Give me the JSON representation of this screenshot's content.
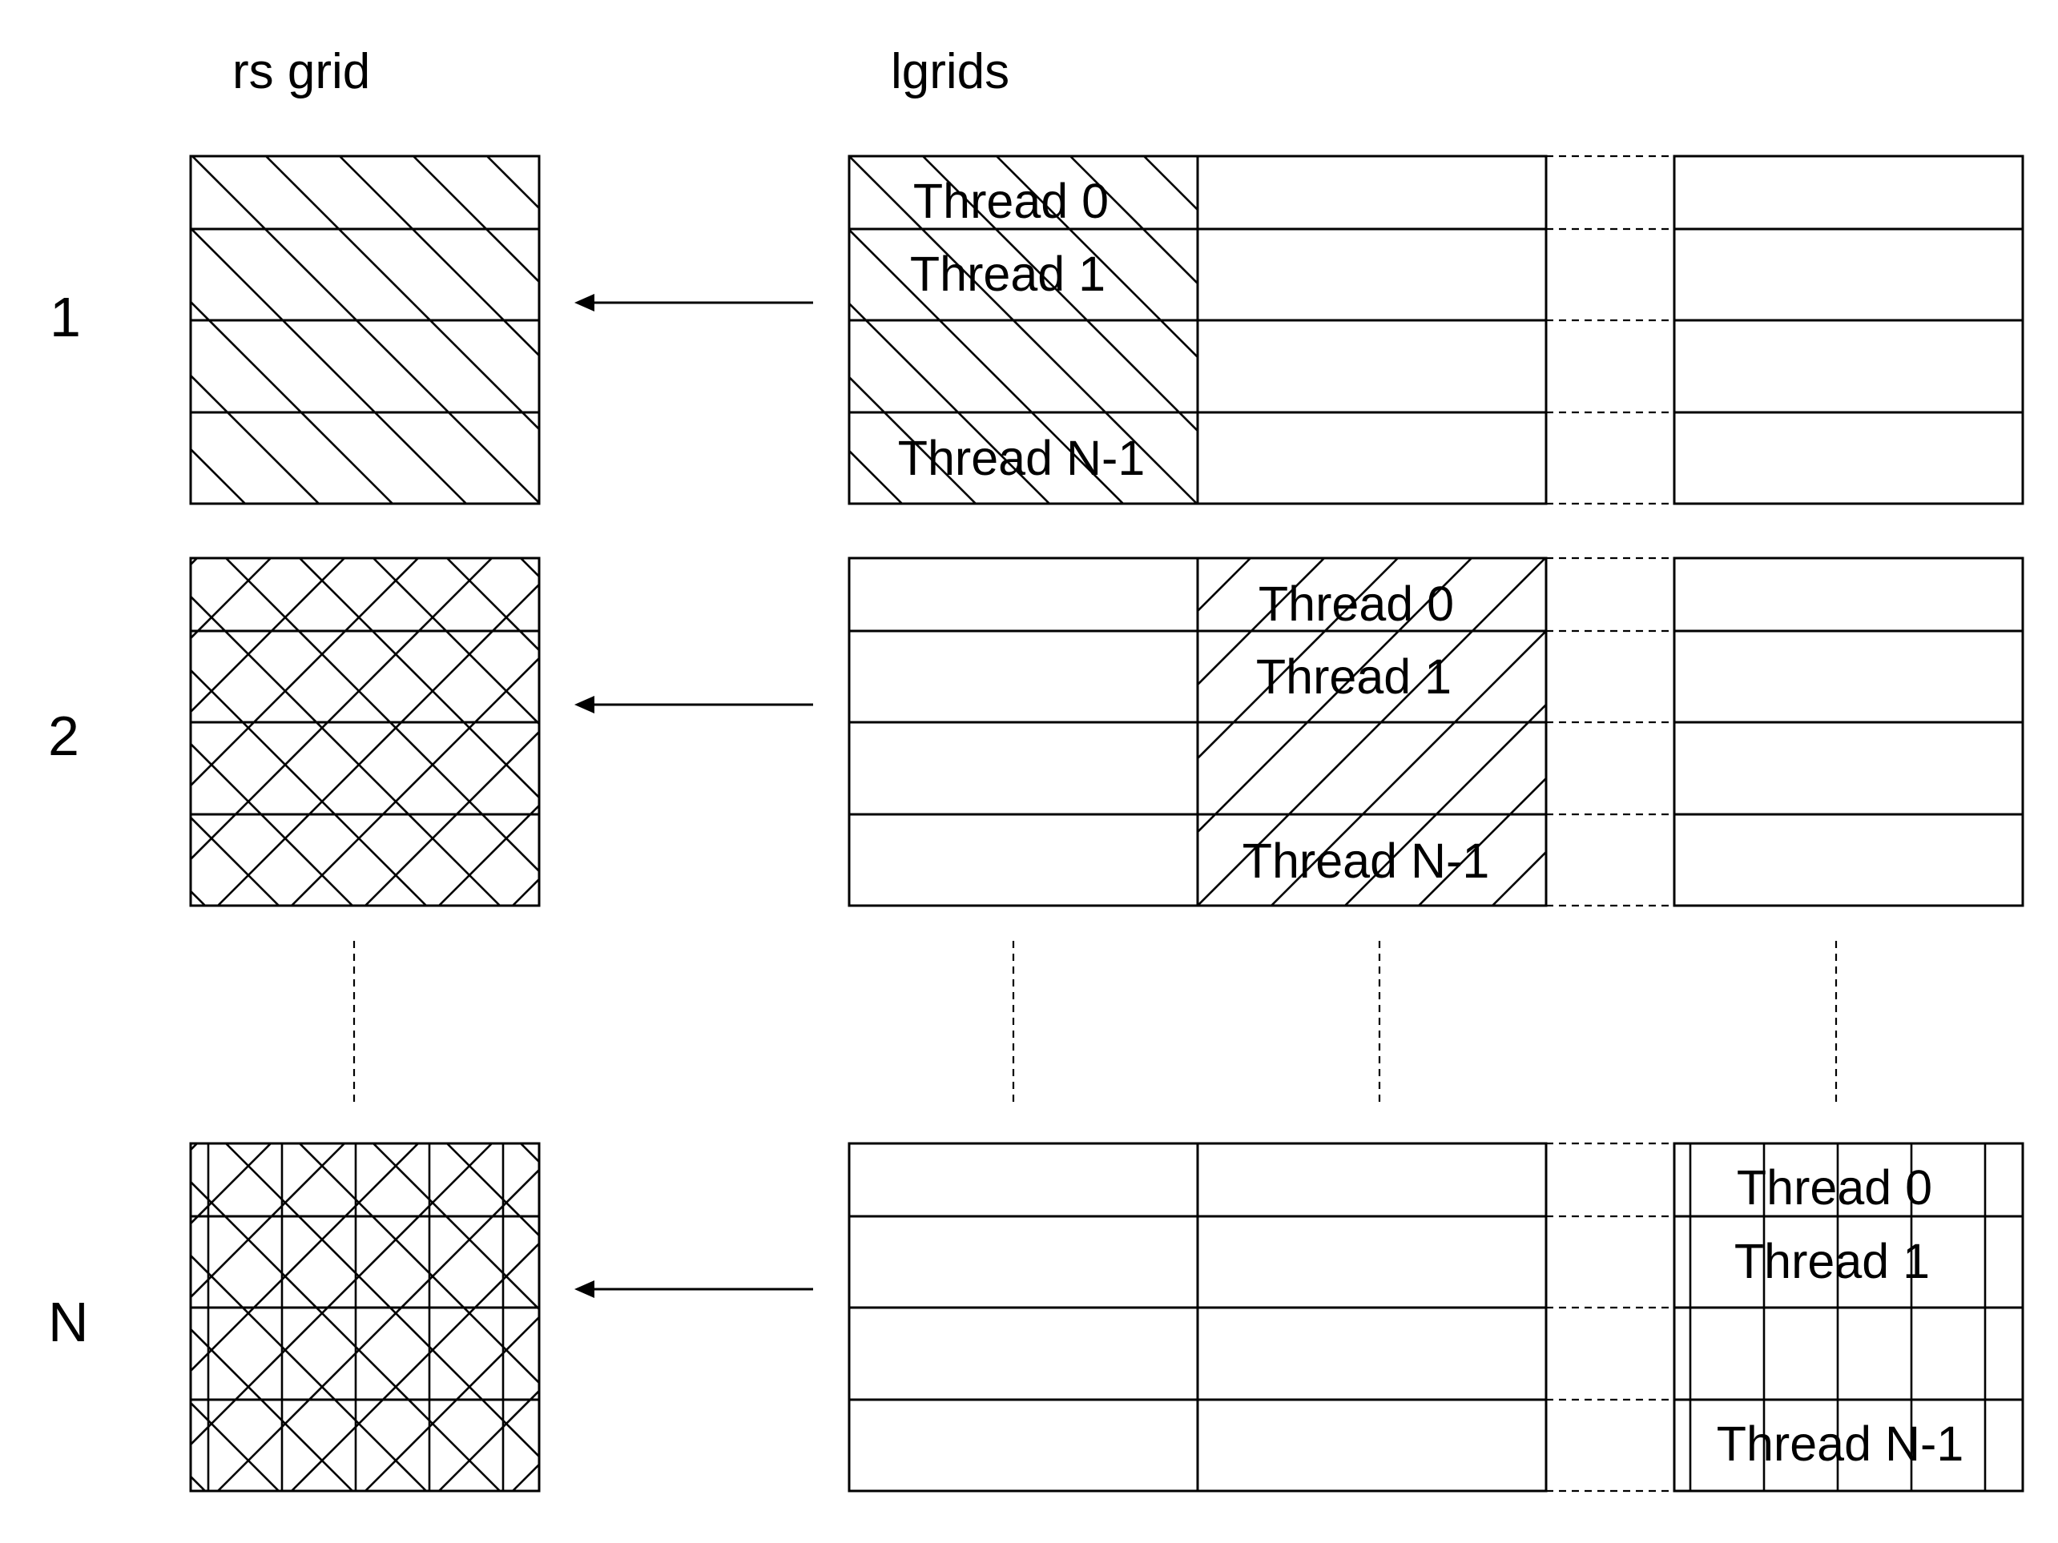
{
  "headers": {
    "rs_grid": "rs grid",
    "lgrids": "lgrids"
  },
  "rows": [
    {
      "label": "1",
      "rs_pattern": "diagonal-down",
      "active_column": 0,
      "thread_labels": [
        "Thread 0",
        "Thread 1",
        "",
        "Thread N-1"
      ]
    },
    {
      "label": "2",
      "rs_pattern": "cross",
      "active_column": 1,
      "thread_labels": [
        "Thread 0",
        "Thread 1",
        "",
        "Thread N-1"
      ]
    },
    {
      "label": "N",
      "rs_pattern": "cross-vertical",
      "active_column": 2,
      "thread_labels": [
        "Thread 0",
        "Thread 1",
        "",
        "Thread N-1"
      ]
    }
  ],
  "lgrid_columns": 3,
  "grid_rows_per_block": 4,
  "colors": {
    "stroke": "#000000",
    "background": "#ffffff"
  },
  "icons": {
    "arrow": "left-arrow-icon"
  }
}
